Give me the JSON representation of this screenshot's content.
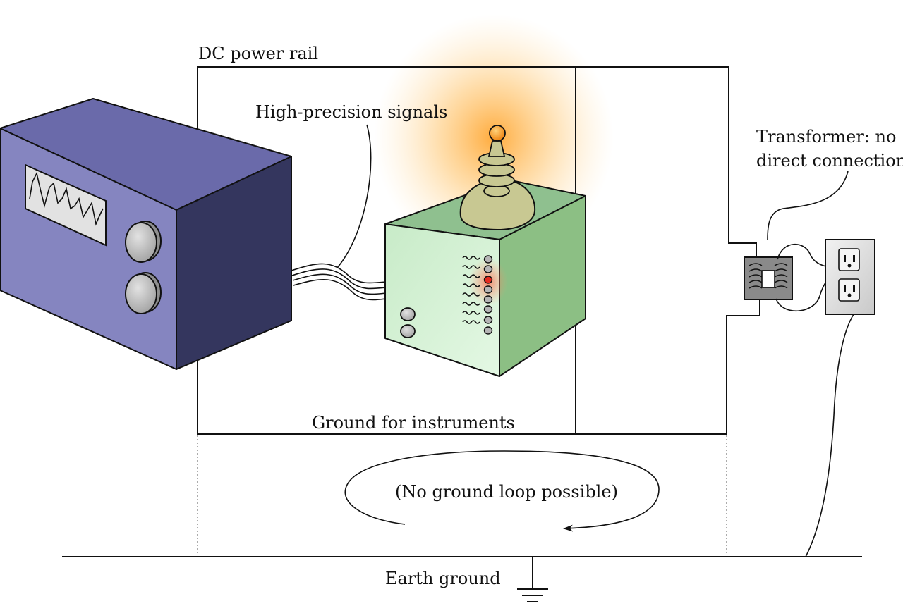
{
  "labels": {
    "dc_rail": "DC power rail",
    "signals": "High-precision signals",
    "transformer_line1": "Transformer: no",
    "transformer_line2": "direct connection",
    "ground_instruments": "Ground for instruments",
    "no_loop": "(No ground loop possible)",
    "earth_ground": "Earth ground"
  },
  "colors": {
    "oscilloscope_front": "#8585c0",
    "oscilloscope_top": "#6a6aaa",
    "oscilloscope_side": "#34365e",
    "device_front": "#dff5df",
    "device_top": "#8fc08f",
    "device_side": "#8cbf84",
    "insulator": "#c8c892",
    "glow": "#ffb347",
    "indicator_lit": "#e52a1f",
    "transformer_body": "#8a8a8a",
    "outlet_plate": "#e4e4e4"
  },
  "icons": {
    "oscilloscope": "oscilloscope-icon",
    "device": "high-voltage-device-icon",
    "transformer": "transformer-icon",
    "outlet": "wall-outlet-icon",
    "ground_symbol": "ground-symbol-icon",
    "loop_arrow": "loop-arrow-icon"
  }
}
